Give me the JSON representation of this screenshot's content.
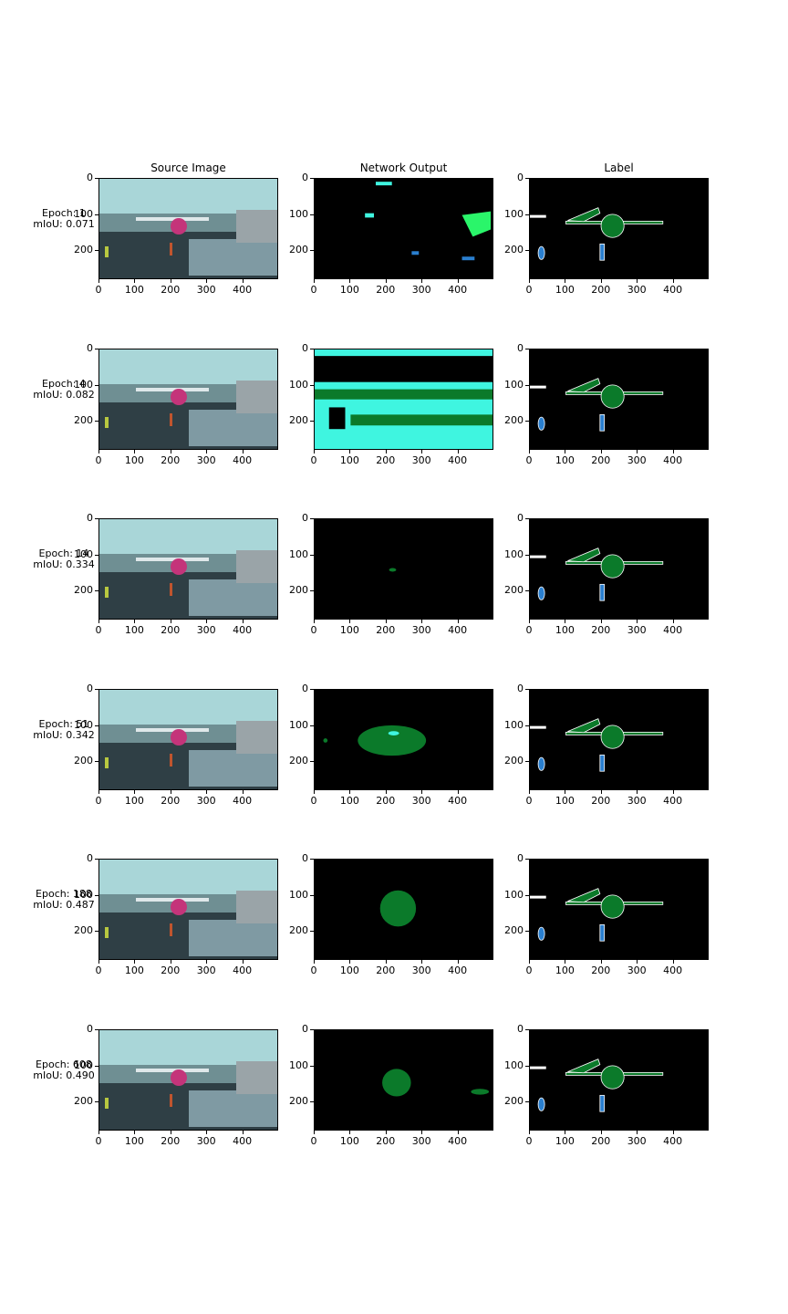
{
  "titles": {
    "source": "Source Image",
    "output": "Network Output",
    "label": "Label"
  },
  "rows": [
    {
      "epoch": "Epoch: 1",
      "miou": "mIoU: 0.071"
    },
    {
      "epoch": "Epoch: 4",
      "miou": "mIoU: 0.082"
    },
    {
      "epoch": "Epoch: 14",
      "miou": "mIoU: 0.334"
    },
    {
      "epoch": "Epoch: 51",
      "miou": "mIoU: 0.342"
    },
    {
      "epoch": "Epoch: 188",
      "miou": "mIoU: 0.487"
    },
    {
      "epoch": "Epoch: 608",
      "miou": "mIoU: 0.490"
    }
  ],
  "chart_data": {
    "type": "image-grid",
    "columns": [
      "Source Image",
      "Network Output",
      "Label"
    ],
    "xticks": [
      0,
      100,
      200,
      300,
      400
    ],
    "yticks": [
      0,
      100,
      200
    ],
    "xlim": [
      0,
      500
    ],
    "ylim": [
      0,
      280
    ],
    "epochs": [
      1,
      4,
      14,
      51,
      188,
      608
    ],
    "miou": [
      0.071,
      0.082,
      0.334,
      0.342,
      0.487,
      0.49
    ],
    "colors": {
      "background": "#000000",
      "aeroplane": "#0b7a2a",
      "person": "#2a7fcf",
      "cyan": "#3ff5e0",
      "green_bright": "#2af56a",
      "border": "#ffffff"
    }
  }
}
